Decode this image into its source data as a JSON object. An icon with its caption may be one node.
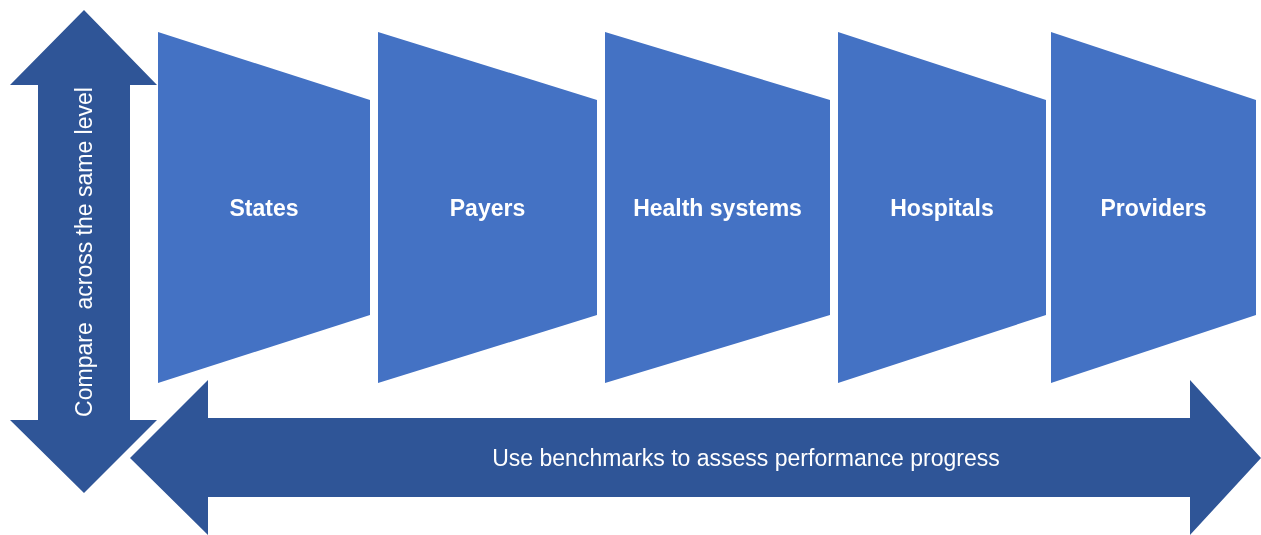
{
  "diagram": {
    "nodes": [
      {
        "text": [
          "States"
        ]
      },
      {
        "text": [
          "Payers"
        ]
      },
      {
        "text": [
          "Health systems"
        ]
      },
      {
        "text": [
          "Hospitals"
        ]
      },
      {
        "text": [
          "Providers"
        ]
      }
    ],
    "edges": [],
    "labels": [
      "Compare  across the same level",
      "Use benchmarks to assess performance progress"
    ]
  }
}
